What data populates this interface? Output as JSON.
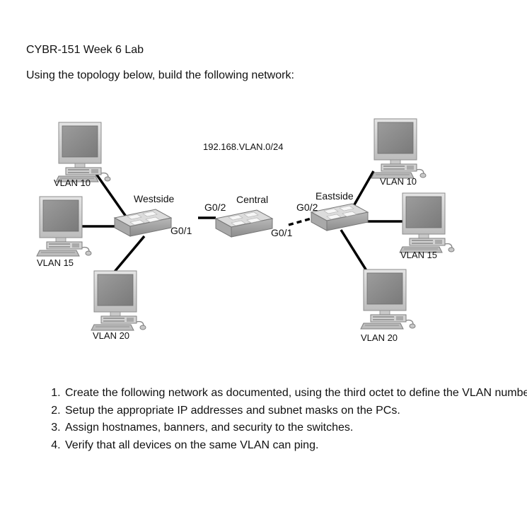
{
  "document": {
    "title": "CYBR-151 Week 6 Lab",
    "intro": "Using the topology below, build the following network:"
  },
  "topology": {
    "network_label": "192.168.VLAN.0/24",
    "switches": {
      "westside": {
        "name": "Westside",
        "uplink_port": "G0/1"
      },
      "central": {
        "name": "Central",
        "left_port": "G0/2",
        "right_port": "G0/1"
      },
      "eastside": {
        "name": "Eastside",
        "uplink_port": "G0/2"
      }
    },
    "west_pcs": {
      "vlan10": "VLAN 10",
      "vlan15": "VLAN 15",
      "vlan20": "VLAN 20"
    },
    "east_pcs": {
      "vlan10": "VLAN 10",
      "vlan15": "VLAN 15",
      "vlan20": "VLAN 20"
    },
    "icons": {
      "pc": "pc-icon",
      "switch": "switch-icon"
    }
  },
  "instructions": [
    "Create the following network as documented, using the third octet to define the VLAN number.",
    "Setup the appropriate IP addresses and subnet masks on the PCs.",
    "Assign hostnames, banners, and security to the switches.",
    "Verify that all devices on the same VLAN can ping."
  ]
}
